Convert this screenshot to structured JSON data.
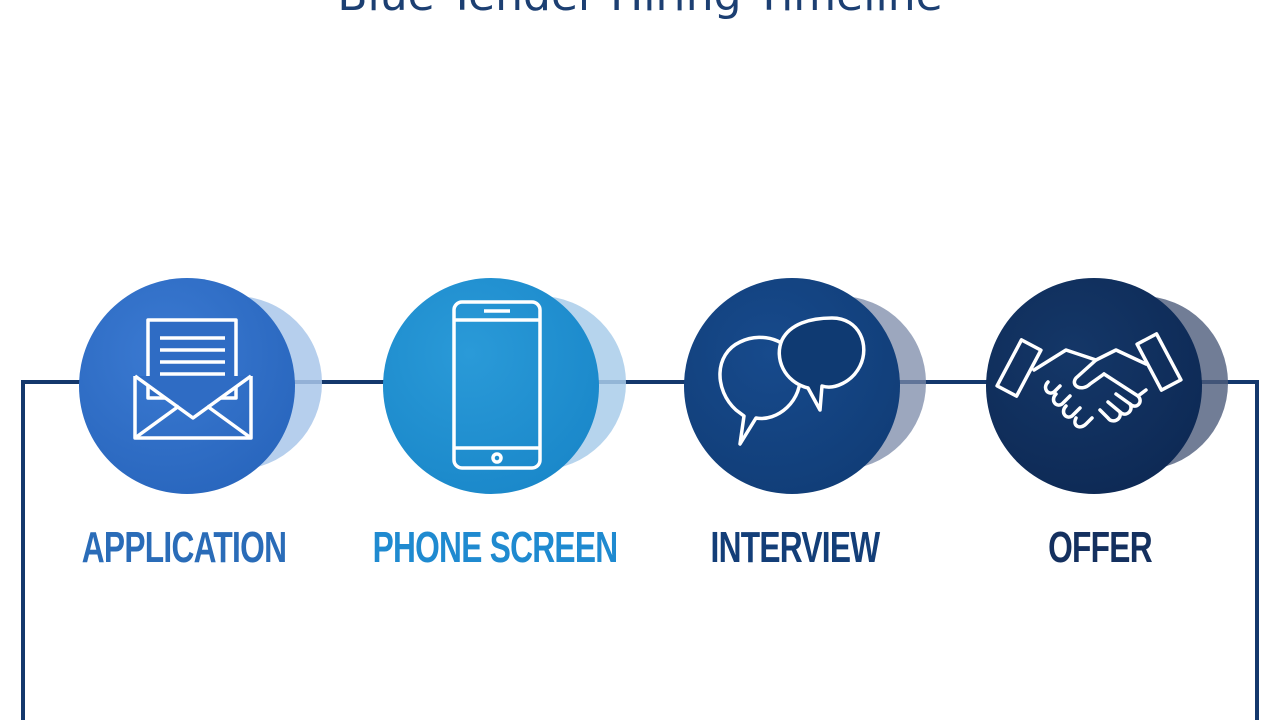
{
  "title": "Blue Tender Hiring Timeline",
  "steps": [
    {
      "label": "APPLICATION",
      "icon": "envelope-letter-icon",
      "color": "#2f6cc4",
      "label_color": "#2a6cb8"
    },
    {
      "label": "PHONE SCREEN",
      "icon": "smartphone-icon",
      "color": "#1f8fcf",
      "label_color": "#1f8ad0"
    },
    {
      "label": "INTERVIEW",
      "icon": "speech-bubbles-icon",
      "color": "#12407e",
      "label_color": "#133e78"
    },
    {
      "label": "OFFER",
      "icon": "handshake-icon",
      "color": "#0f2e5c",
      "label_color": "#14305f"
    }
  ],
  "colors": {
    "line": "#14386c",
    "title": "#1c3f72"
  }
}
